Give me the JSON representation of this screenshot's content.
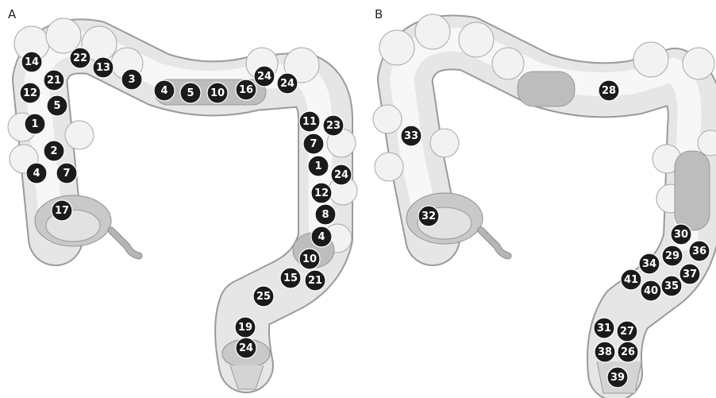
{
  "panels": [
    {
      "label": "A",
      "markers": [
        {
          "n": "14",
          "pos": [
            40,
            78
          ]
        },
        {
          "n": "22",
          "pos": [
            101,
            73
          ]
        },
        {
          "n": "13",
          "pos": [
            130,
            85
          ]
        },
        {
          "n": "21",
          "pos": [
            68,
            101
          ]
        },
        {
          "n": "3",
          "pos": [
            166,
            100
          ]
        },
        {
          "n": "12",
          "pos": [
            38,
            117
          ]
        },
        {
          "n": "4",
          "pos": [
            207,
            114
          ]
        },
        {
          "n": "5",
          "pos": [
            240,
            117
          ]
        },
        {
          "n": "10",
          "pos": [
            274,
            117
          ]
        },
        {
          "n": "16",
          "pos": [
            310,
            113
          ]
        },
        {
          "n": "24",
          "pos": [
            333,
            96
          ]
        },
        {
          "n": "24",
          "pos": [
            362,
            105
          ]
        },
        {
          "n": "5",
          "pos": [
            72,
            133
          ]
        },
        {
          "n": "1",
          "pos": [
            44,
            156
          ]
        },
        {
          "n": "11",
          "pos": [
            390,
            153
          ]
        },
        {
          "n": "23",
          "pos": [
            420,
            158
          ]
        },
        {
          "n": "7",
          "pos": [
            395,
            181
          ]
        },
        {
          "n": "2",
          "pos": [
            68,
            190
          ]
        },
        {
          "n": "1",
          "pos": [
            401,
            209
          ]
        },
        {
          "n": "24",
          "pos": [
            430,
            220
          ]
        },
        {
          "n": "4",
          "pos": [
            46,
            218
          ]
        },
        {
          "n": "7",
          "pos": [
            84,
            218
          ]
        },
        {
          "n": "12",
          "pos": [
            405,
            243
          ]
        },
        {
          "n": "17",
          "pos": [
            78,
            265
          ]
        },
        {
          "n": "8",
          "pos": [
            410,
            270
          ]
        },
        {
          "n": "4",
          "pos": [
            405,
            298
          ]
        },
        {
          "n": "10",
          "pos": [
            390,
            326
          ]
        },
        {
          "n": "15",
          "pos": [
            366,
            350
          ]
        },
        {
          "n": "21",
          "pos": [
            397,
            353
          ]
        },
        {
          "n": "25",
          "pos": [
            332,
            373
          ]
        },
        {
          "n": "19",
          "pos": [
            309,
            412
          ]
        },
        {
          "n": "24",
          "pos": [
            310,
            438
          ]
        }
      ]
    },
    {
      "label": "B",
      "markers": [
        {
          "n": "28",
          "pos": [
            767,
            114
          ]
        },
        {
          "n": "33",
          "pos": [
            518,
            171
          ]
        },
        {
          "n": "32",
          "pos": [
            540,
            272
          ]
        },
        {
          "n": "30",
          "pos": [
            858,
            295
          ]
        },
        {
          "n": "29",
          "pos": [
            847,
            322
          ]
        },
        {
          "n": "36",
          "pos": [
            881,
            316
          ]
        },
        {
          "n": "34",
          "pos": [
            818,
            332
          ]
        },
        {
          "n": "37",
          "pos": [
            869,
            345
          ]
        },
        {
          "n": "41",
          "pos": [
            795,
            352
          ]
        },
        {
          "n": "40",
          "pos": [
            820,
            366
          ]
        },
        {
          "n": "35",
          "pos": [
            846,
            360
          ]
        },
        {
          "n": "31",
          "pos": [
            761,
            413
          ]
        },
        {
          "n": "27",
          "pos": [
            790,
            417
          ]
        },
        {
          "n": "38",
          "pos": [
            762,
            443
          ]
        },
        {
          "n": "26",
          "pos": [
            791,
            443
          ]
        },
        {
          "n": "39",
          "pos": [
            778,
            475
          ]
        }
      ]
    }
  ]
}
